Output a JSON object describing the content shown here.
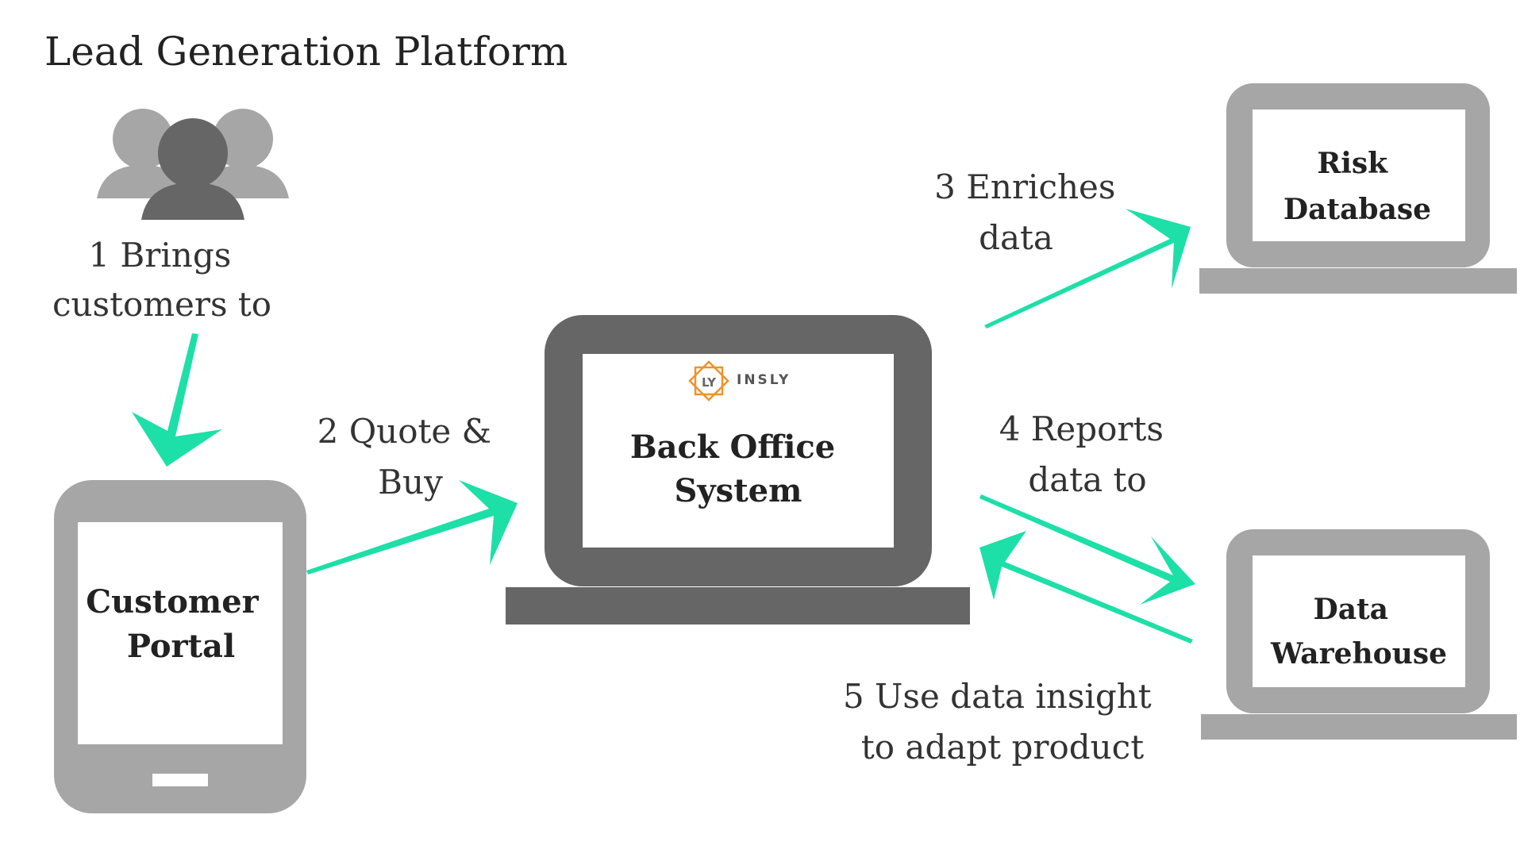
{
  "title": "Lead Generation Platform",
  "nodes": {
    "customers": {
      "icon": "users-group-icon"
    },
    "customer_portal": {
      "line1": "Customer",
      "line2": "Portal",
      "icon": "tablet-icon"
    },
    "back_office": {
      "line1": "Back Office",
      "line2": "System",
      "brand": "INSLY",
      "brand_icon": "insly-logo-icon",
      "icon": "laptop-icon"
    },
    "risk_database": {
      "line1": "Risk",
      "line2": "Database",
      "icon": "laptop-icon"
    },
    "data_warehouse": {
      "line1": "Data",
      "line2": "Warehouse",
      "icon": "laptop-icon"
    }
  },
  "steps": {
    "s1": {
      "line1": "1 Brings",
      "line2": "customers to"
    },
    "s2": {
      "line1": "2 Quote &",
      "line2": "Buy"
    },
    "s3": {
      "line1": "3 Enriches",
      "line2": "data"
    },
    "s4": {
      "line1": "4 Reports",
      "line2": "data to"
    },
    "s5": {
      "line1": "5 Use data insight",
      "line2": "to adapt product"
    }
  },
  "colors": {
    "arrow": "#1ddfa8",
    "device_dark": "#666666",
    "device_light": "#a6a6a6",
    "person_dark": "#666666",
    "person_light": "#a6a6a6",
    "logo_orange": "#f0922b"
  }
}
